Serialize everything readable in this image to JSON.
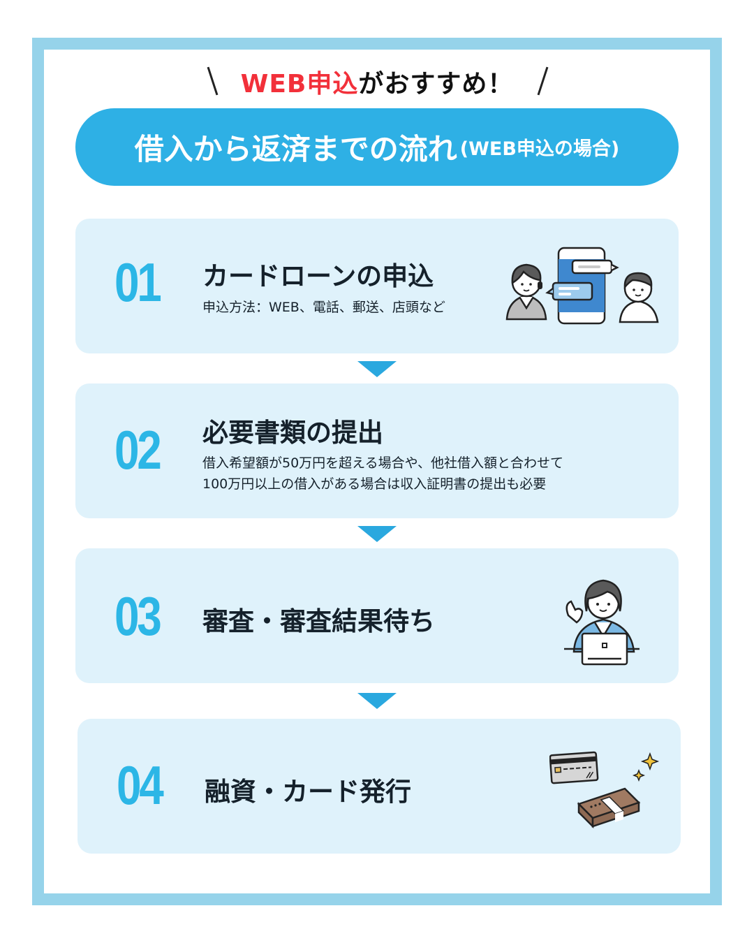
{
  "tagline": {
    "accent_text": "WEB申込",
    "rest_text": "がおすすめ！",
    "accent_color": "#f2303a"
  },
  "title": {
    "main": "借入から返済までの流れ",
    "sub": "(WEB申込の場合)",
    "background_color": "#2eb0e5"
  },
  "steps": [
    {
      "number": "01",
      "heading": "カードローンの申込",
      "description_lines": [
        "申込方法：WEB、電話、郵送、店頭など"
      ],
      "illustration": "operator-smartphone-chat-customer-icon"
    },
    {
      "number": "02",
      "heading": "必要書類の提出",
      "description_lines": [
        "借入希望額が50万円を超える場合や、他社借入額と合わせて",
        "100万円以上の借入がある場合は収入証明書の提出も必要"
      ],
      "illustration": null
    },
    {
      "number": "03",
      "heading": "審査・審査結果待ち",
      "description_lines": [],
      "illustration": "woman-laptop-ok-sign-icon"
    },
    {
      "number": "04",
      "heading": "融資・カード発行",
      "description_lines": [],
      "illustration": "card-and-cash-bundle-icon"
    }
  ],
  "colors": {
    "frame": "#96d3ea",
    "card_background": "#dff2fb",
    "step_number": "#2cb6e6",
    "arrow": "#2aa8df"
  }
}
